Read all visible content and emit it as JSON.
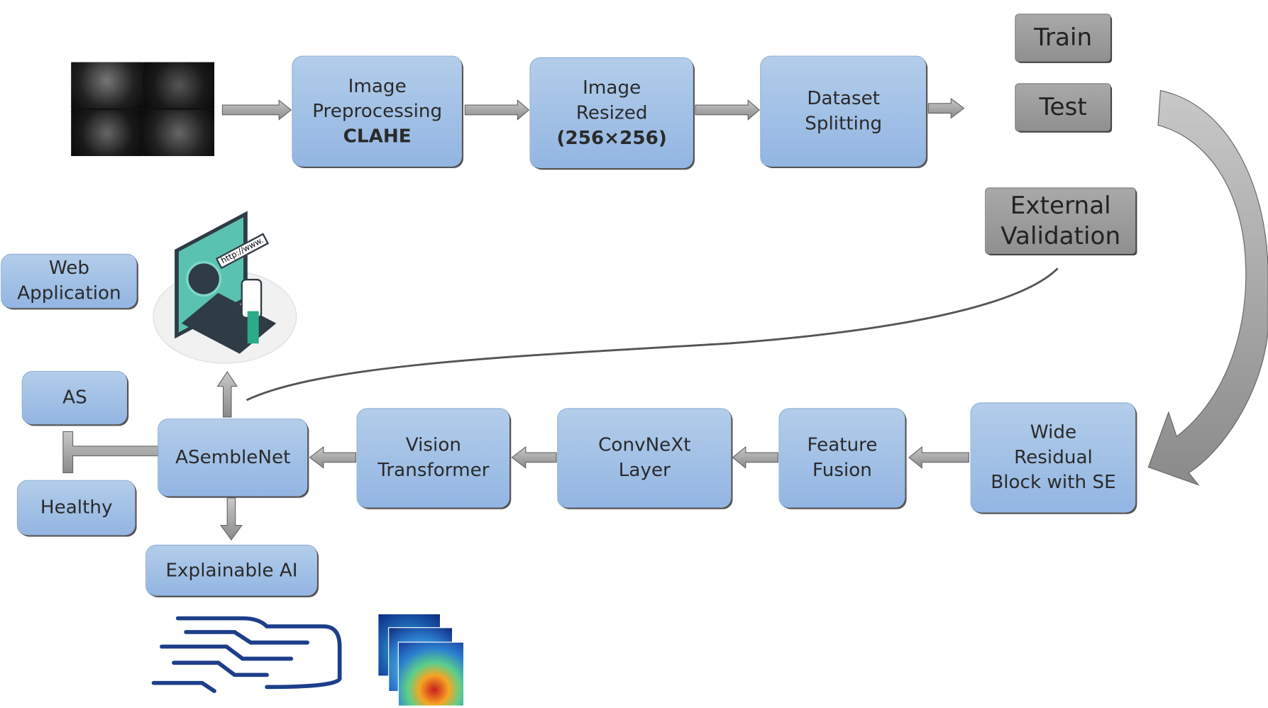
{
  "pipeline_top": {
    "preprocessing": {
      "line1": "Image",
      "line2": "Preprocessing",
      "line3": "CLAHE"
    },
    "resized": {
      "line1": "Image",
      "line2": "Resized",
      "line3": "(256×256)"
    },
    "splitting": {
      "line1": "Dataset",
      "line2": "Splitting"
    }
  },
  "splits": {
    "train": "Train",
    "test": "Test",
    "external": {
      "line1": "External",
      "line2": "Validation"
    }
  },
  "pipeline_bottom": {
    "wide_residual": {
      "line1": "Wide",
      "line2": "Residual",
      "line3": "Block with SE"
    },
    "feature_fusion": {
      "line1": "Feature",
      "line2": "Fusion"
    },
    "convnext": {
      "line1": "ConvNeXt",
      "line2": "Layer"
    },
    "vit": {
      "line1": "Vision",
      "line2": "Transformer"
    },
    "asemblenet": "ASembleNet"
  },
  "outputs": {
    "web": {
      "line1": "Web",
      "line2": "Application"
    },
    "as": "AS",
    "healthy": "Healthy",
    "xai": "Explainable AI"
  },
  "illustration_text": "http://www.",
  "colors": {
    "box": "#a4c2e6",
    "grey_box": "#9c9c9c",
    "arrow": "#9a9a9a"
  }
}
